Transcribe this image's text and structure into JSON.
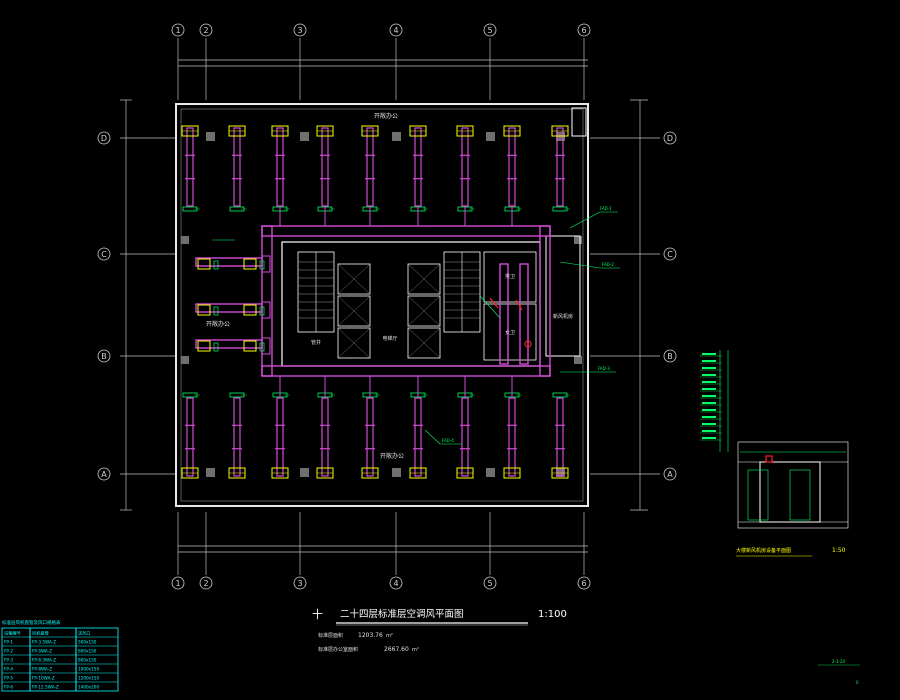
{
  "drawing": {
    "title": "二十四层标准层空调风平面图",
    "title_prefix": "十",
    "scale": "1:100",
    "area_label_1": "标准层面积",
    "area_value_1": "1203.76",
    "area_label_2": "标准层办公室面积",
    "area_value_2": "2667.60",
    "area_unit": "m²",
    "detail_title": "大楼新风机房设备平面图",
    "detail_scale": "1:50",
    "footer_note": "2-1-24"
  },
  "grid": {
    "columns": [
      "1",
      "2",
      "3",
      "4",
      "5",
      "6"
    ],
    "rows": [
      "D",
      "C",
      "B",
      "A"
    ]
  },
  "rooms": {
    "open_office_top": "开敞办公",
    "open_office_bottom": "开敞办公",
    "open_office_left": "开敞办公",
    "elevator_lobby": "电梯厅",
    "toilet_m": "男卫",
    "toilet_f": "女卫",
    "machine_room": "新风机房",
    "shaft": "管井"
  },
  "schedule": {
    "title": "标准层风机盘管及风口规格表",
    "headers": [
      "设备编号",
      "风机盘管",
      "送风口"
    ],
    "rows": [
      [
        "FP-1",
        "FP-3.5WA-Z",
        "500x150"
      ],
      [
        "FP-2",
        "FP-5WA-Z",
        "600x150"
      ],
      [
        "FP-3",
        "FP-6.3WA-Z",
        "800x150"
      ],
      [
        "FP-4",
        "FP-8WA-Z",
        "1000x150"
      ],
      [
        "FP-5",
        "FP-10WA-Z",
        "1200x150"
      ],
      [
        "FP-6",
        "FP-12.5WA-Z",
        "1400x200"
      ]
    ]
  },
  "colors": {
    "background": "#000000",
    "wall": "#ffffff",
    "duct": "#d24bd6",
    "fan_coil": "#ffff00",
    "leader": "#00ff66",
    "dim": "#c0c0c0",
    "column": "#7a7a7a",
    "schedule": "#00ffff",
    "red": "#ff2020"
  }
}
